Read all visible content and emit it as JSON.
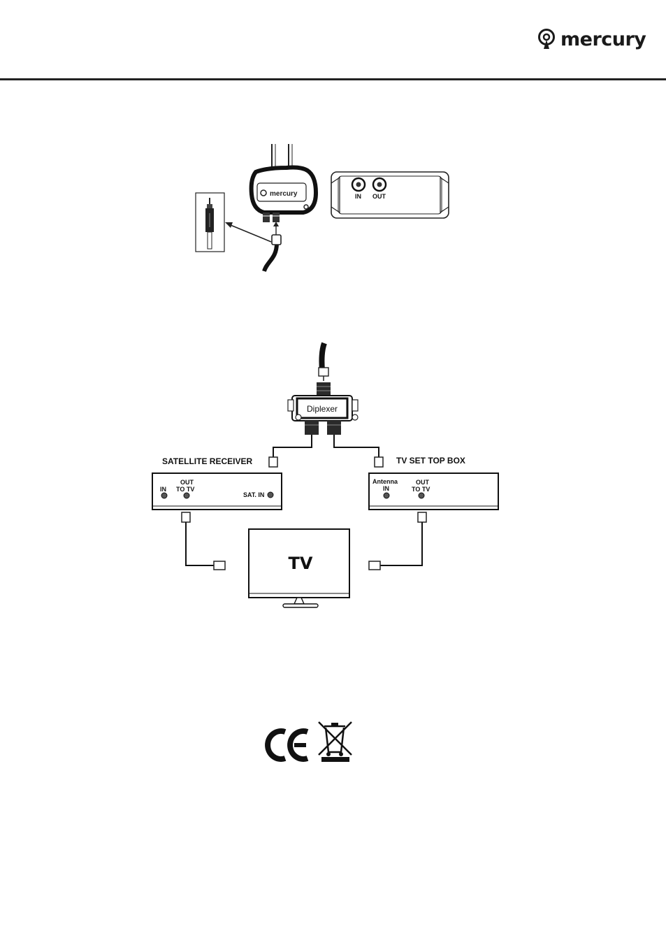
{
  "brand": {
    "name": "mercury",
    "device_logo": "mercury"
  },
  "figure1": {
    "in_label": "IN",
    "out_label": "OUT"
  },
  "figure2": {
    "diplexer_label": "Diplexer",
    "satellite": {
      "title": "SATELLITE RECEIVER",
      "in_label": "IN",
      "out_label_line1": "OUT",
      "out_label_line2": "TO TV",
      "sat_in_label": "SAT. IN"
    },
    "settop": {
      "title": "TV SET TOP BOX",
      "antenna_line1": "Antenna",
      "antenna_line2": "IN",
      "out_label_line1": "OUT",
      "out_label_line2": "TO TV"
    },
    "tv_label": "TV"
  },
  "compliance": {
    "ce_mark": "CE",
    "weee_icon": "crossed-out-wheelie-bin-icon"
  }
}
